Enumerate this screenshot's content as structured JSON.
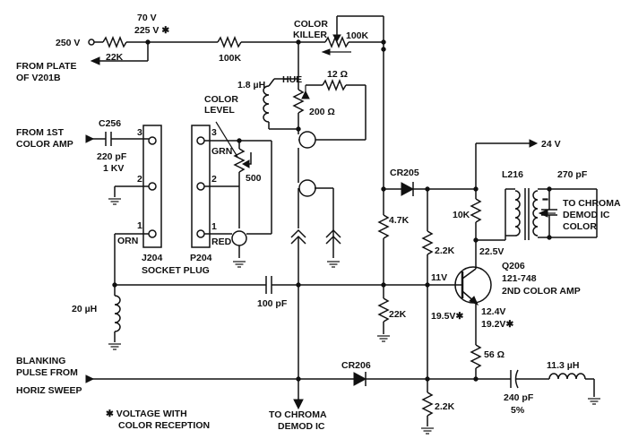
{
  "labels": {
    "v250": "250 V",
    "v70": "70 V",
    "v225": "225 V ✱",
    "r22k_top": "22K",
    "from_plate_1": "FROM PLATE",
    "from_plate_2": "OF V201B",
    "r100k_a": "100K",
    "color_killer_1": "COLOR",
    "color_killer_2": "KILLER",
    "r100k_b": "100K",
    "l18": "1.8 µH",
    "hue": "HUE",
    "r12": "12 Ω",
    "r200": "200 Ω",
    "color_level_1": "COLOR",
    "color_level_2": "LEVEL",
    "from_1st_1": "FROM 1ST",
    "from_1st_2": "COLOR AMP",
    "c256": "C256",
    "c220_1": "220 pF",
    "c220_2": "1 KV",
    "pin3a": "3",
    "pin2a": "2",
    "pin1a": "1",
    "orn": "ORN",
    "pin3b": "3",
    "grn": "GRN",
    "pin2b": "2",
    "pin1b": "1",
    "red": "RED",
    "r500": "500",
    "j204": "J204",
    "p204": "P204",
    "socket_plug": "SOCKET PLUG",
    "v24": "24 V",
    "cr205": "CR205",
    "l216": "L216",
    "c270": "270 pF",
    "to_chroma_1": "TO CHROMA",
    "to_chroma_2": "DEMOD IC",
    "to_chroma_3": "COLOR",
    "r10k": "10K",
    "r47k": "4.7K",
    "v225b": "22.5V",
    "q206": "Q206",
    "q206_part": "121-748",
    "q206_desc": "2ND COLOR AMP",
    "r22k_b1": "2.2K",
    "v11": "11V",
    "v195": "19.5V✱",
    "l20": "20 µH",
    "c100": "100 pF",
    "r22k_mid": "22K",
    "v124": "12.4V",
    "v192": "19.2V✱",
    "r56": "56 Ω",
    "blank_1": "BLANKING",
    "blank_2": "PULSE FROM",
    "blank_3": "HORIZ SWEEP",
    "cr206": "CR206",
    "l113": "11.3 µH",
    "c240_1": "240 pF",
    "c240_2": "5%",
    "r22k_b2": "2.2K",
    "note_1": "✱ VOLTAGE WITH",
    "note_2": "COLOR RECEPTION",
    "to_demod_1": "TO CHROMA",
    "to_demod_2": "DEMOD IC"
  }
}
